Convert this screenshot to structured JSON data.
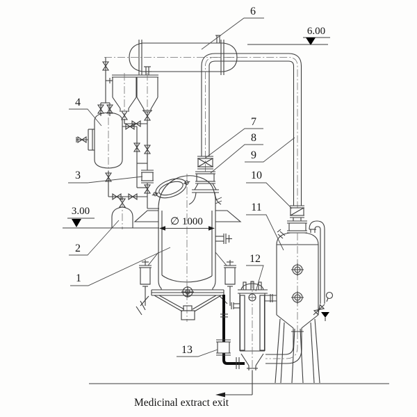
{
  "part_labels": {
    "p1": "1",
    "p2": "2",
    "p3": "3",
    "p4": "4",
    "p6": "6",
    "p7": "7",
    "p8": "8",
    "p9": "9",
    "p10": "10",
    "p11": "11",
    "p12": "12",
    "p13": "13"
  },
  "elevations": {
    "upper": "6.00",
    "lower": "3.00"
  },
  "dimensions": {
    "tank_diameter": "∅ 1000"
  },
  "caption": {
    "medicinal_extract_exit": "Medicinal extract exit"
  }
}
